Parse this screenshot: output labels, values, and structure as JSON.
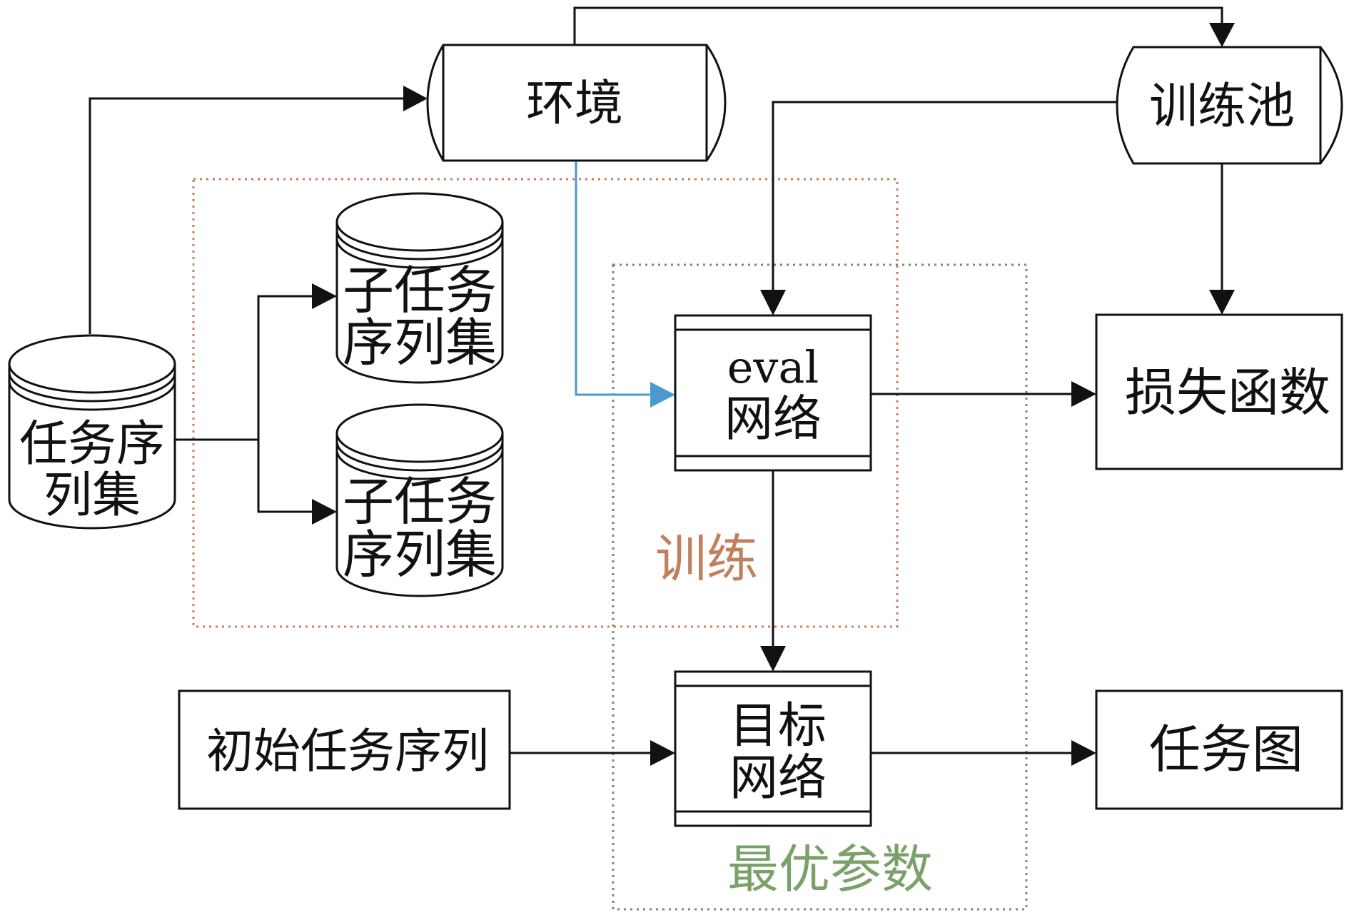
{
  "diagram": {
    "nodes": {
      "environment": "环境",
      "training_pool": "训练池",
      "task_sequence_set": [
        "任务序",
        "列集"
      ],
      "subtask_set_1": [
        "子任务",
        "序列集"
      ],
      "subtask_set_2": [
        "子任务",
        "序列集"
      ],
      "eval_network": [
        "eval",
        "网络"
      ],
      "loss_function": "损失函数",
      "target_network": [
        "目标",
        "网络"
      ],
      "initial_task_sequence": "初始任务序列",
      "task_graph": "任务图"
    },
    "groups": {
      "training": {
        "label": "训练",
        "color": "#c0805e"
      },
      "optimal_params": {
        "label": "最优参数",
        "color": "#7aa16a"
      }
    },
    "colors": {
      "line": "#111111",
      "env_to_eval_arrow": "#4a9ad0"
    }
  }
}
